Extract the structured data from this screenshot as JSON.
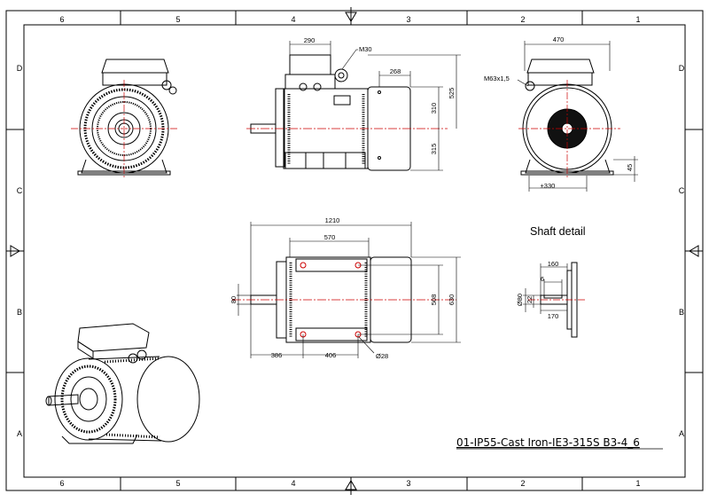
{
  "drawing": {
    "title": "01-IP55-Cast Iron-IE3-315S B3-4_6",
    "shaft_caption": "Shaft detail",
    "zones_columns": [
      "6",
      "5",
      "4",
      "3",
      "2",
      "1"
    ],
    "zones_rows": [
      "D",
      "C",
      "B",
      "A"
    ]
  },
  "dimensions": {
    "side_view": {
      "terminal_box_width": "290",
      "lifting_eye": "M30",
      "flange_to_foot": "268",
      "height_to_box": "525",
      "upper_height": "310",
      "shaft_height": "315"
    },
    "end_view": {
      "width": "470",
      "cable_gland": "M63x1,5",
      "foot_height": "45",
      "foot_spacing": "±330"
    },
    "plan_view": {
      "overall_length": "1210",
      "foot_span": "570",
      "shaft_dia": "80",
      "foot_width": "508",
      "overall_width": "630",
      "shaft_to_foot": "386",
      "foot_hole_spacing": "406",
      "hole_dia": "Ø28"
    },
    "shaft_detail": {
      "key_length": "160",
      "key_width": "6",
      "shaft_dia": "Ø80",
      "key_height": "22",
      "shaft_length": "170"
    }
  }
}
